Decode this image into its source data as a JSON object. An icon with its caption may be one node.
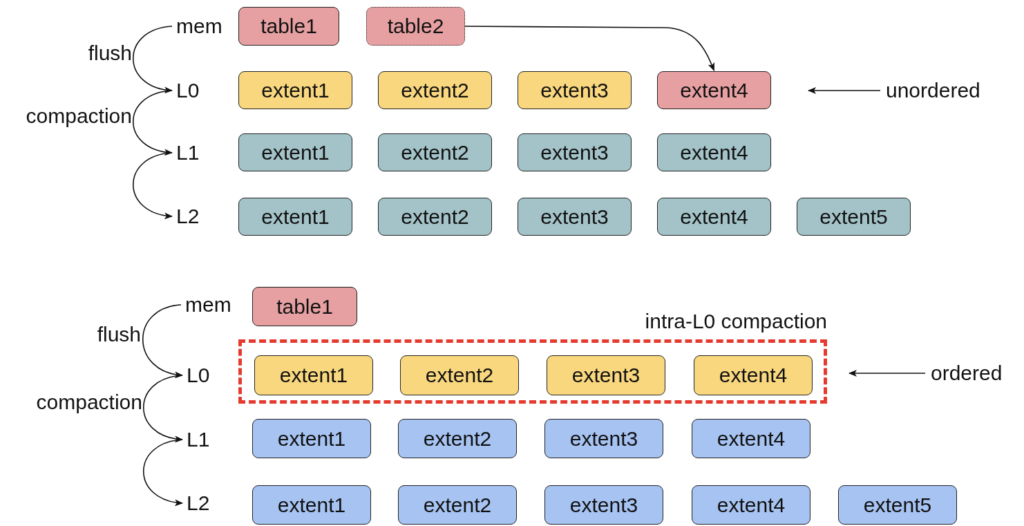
{
  "diagram": {
    "nodes": [
      {
        "text": [
          "mem"
        ]
      },
      {
        "text": [
          "table1"
        ]
      },
      {
        "text": [
          "table2"
        ]
      },
      {
        "text": [
          "L0"
        ]
      },
      {
        "text": [
          "extent1"
        ]
      },
      {
        "text": [
          "extent2"
        ]
      },
      {
        "text": [
          "extent3"
        ]
      },
      {
        "text": [
          "extent4"
        ]
      },
      {
        "text": [
          "unordered"
        ]
      },
      {
        "text": [
          "L1"
        ]
      },
      {
        "text": [
          "extent1"
        ]
      },
      {
        "text": [
          "extent2"
        ]
      },
      {
        "text": [
          "extent3"
        ]
      },
      {
        "text": [
          "extent4"
        ]
      },
      {
        "text": [
          "L2"
        ]
      },
      {
        "text": [
          "extent1"
        ]
      },
      {
        "text": [
          "extent2"
        ]
      },
      {
        "text": [
          "extent3"
        ]
      },
      {
        "text": [
          "extent4"
        ]
      },
      {
        "text": [
          "extent5"
        ]
      },
      {
        "text": [
          "mem"
        ]
      },
      {
        "text": [
          "table1"
        ]
      },
      {
        "text": [
          "intra-L0 compaction"
        ]
      },
      {
        "text": [
          "L0"
        ]
      },
      {
        "text": [
          "extent1"
        ],
        "in": 22
      },
      {
        "text": [
          "extent2"
        ],
        "in": 22
      },
      {
        "text": [
          "extent3"
        ],
        "in": 22
      },
      {
        "text": [
          "extent4"
        ],
        "in": 22
      },
      {
        "text": [
          "ordered"
        ]
      },
      {
        "text": [
          "L1"
        ]
      },
      {
        "text": [
          "extent1"
        ]
      },
      {
        "text": [
          "extent2"
        ]
      },
      {
        "text": [
          "extent3"
        ]
      },
      {
        "text": [
          "extent4"
        ]
      },
      {
        "text": [
          "L2"
        ]
      },
      {
        "text": [
          "extent1"
        ]
      },
      {
        "text": [
          "extent2"
        ]
      },
      {
        "text": [
          "extent3"
        ]
      },
      {
        "text": [
          "extent4"
        ]
      },
      {
        "text": [
          "extent5"
        ]
      }
    ],
    "edges": [
      {
        "from": 0,
        "to": 3,
        "arrow": "to",
        "label": "flush"
      },
      {
        "from": 3,
        "to": 9,
        "arrow": "to",
        "label": "compaction"
      },
      {
        "from": 9,
        "to": 14,
        "arrow": "to"
      },
      {
        "from": 2,
        "to": 7,
        "arrow": "to"
      },
      {
        "from": 8,
        "to": null,
        "arrow": "to"
      },
      {
        "from": 20,
        "to": 23,
        "arrow": "to",
        "label": "flush"
      },
      {
        "from": 23,
        "to": 29,
        "arrow": "to",
        "label": "compaction"
      },
      {
        "from": 29,
        "to": 34,
        "arrow": "to"
      },
      {
        "from": 28,
        "to": 22,
        "arrow": "to"
      }
    ]
  }
}
